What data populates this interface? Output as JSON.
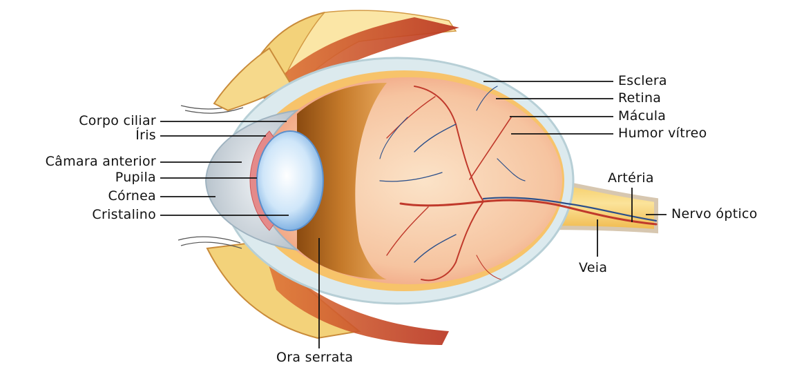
{
  "labels": {
    "corpo_ciliar": "Corpo ciliar",
    "iris": "Íris",
    "camara_anterior": "Câmara anterior",
    "pupila": "Pupila",
    "cornea": "Córnea",
    "cristalino": "Cristalino",
    "esclera": "Esclera",
    "retina": "Retina",
    "macula": "Mácula",
    "humor_vitreo": "Humor vítreo",
    "arteria": "Artéria",
    "nervo_optico": "Nervo óptico",
    "veia": "Veia",
    "ora_serrata": "Ora serrata"
  }
}
